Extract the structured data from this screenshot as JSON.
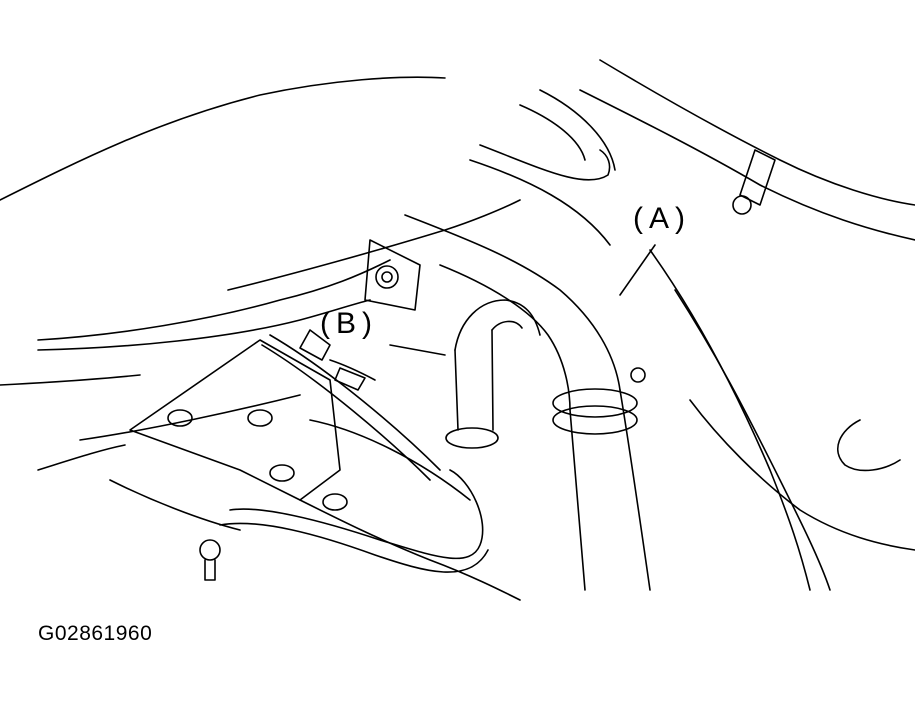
{
  "callouts": {
    "a": "(A)",
    "b": "(B)"
  },
  "figure_id": "G02861960",
  "colors": {
    "line": "#000000",
    "background": "#ffffff"
  }
}
